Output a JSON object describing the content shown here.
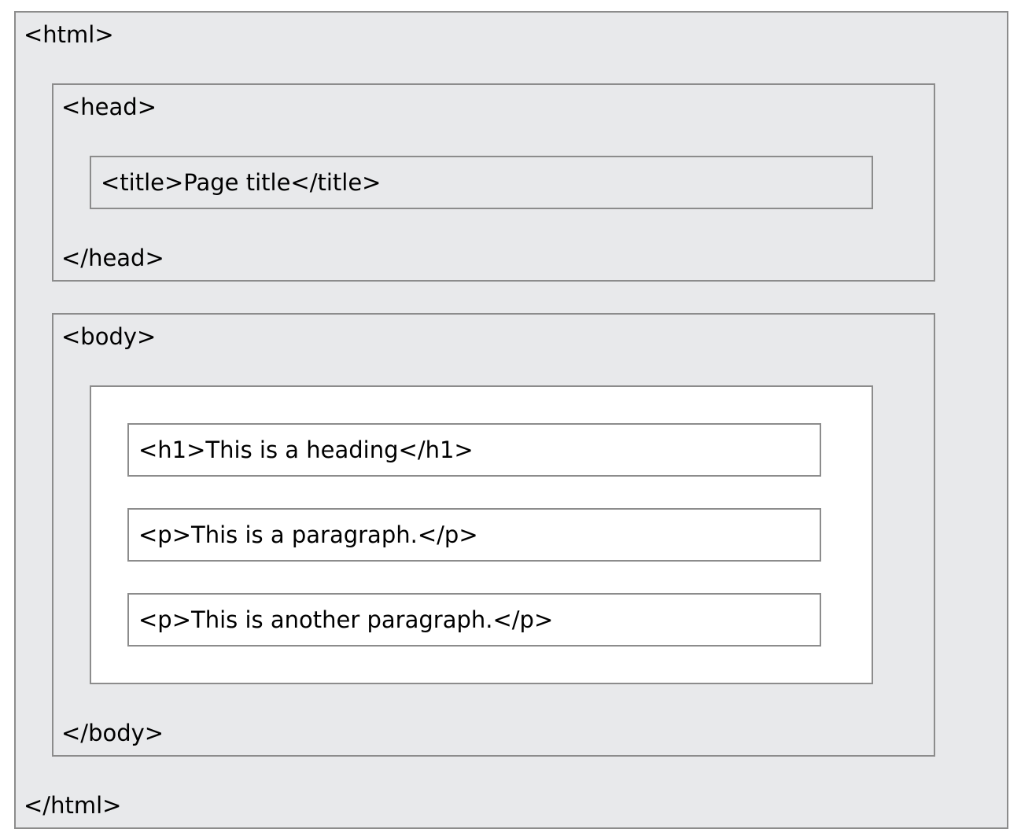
{
  "diagram": {
    "html": {
      "open": "<html>",
      "close": "</html>"
    },
    "head": {
      "open": "<head>",
      "close": "</head>",
      "title": "<title>Page title</title>"
    },
    "body": {
      "open": "<body>",
      "close": "</body>",
      "content": [
        "<h1>This is a heading</h1>",
        "<p>This is a paragraph.</p>",
        "<p>This is another paragraph.</p>"
      ]
    }
  },
  "colors": {
    "box_fill": "#e8e9eb",
    "content_fill": "#ffffff",
    "border": "#8c8c8c"
  }
}
